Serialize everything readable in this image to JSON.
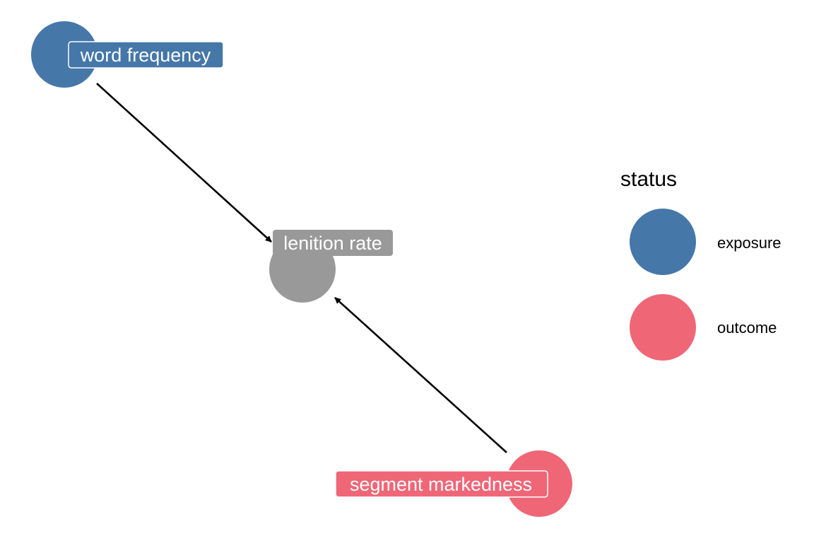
{
  "diagram": {
    "nodes": {
      "word_frequency": {
        "label": "word frequency",
        "status": "exposure",
        "color": "#4577a9"
      },
      "lenition_rate": {
        "label": "lenition rate",
        "status": "none",
        "color": "#999999"
      },
      "segment_markedness": {
        "label": "segment markedness",
        "status": "outcome",
        "color": "#ef6677"
      }
    },
    "edges": [
      {
        "from": "word frequency",
        "to": "lenition rate"
      },
      {
        "from": "segment markedness",
        "to": "lenition rate"
      }
    ]
  },
  "legend": {
    "title": "status",
    "items": [
      {
        "label": "exposure",
        "color": "#4577a9"
      },
      {
        "label": "outcome",
        "color": "#ef6677"
      }
    ]
  }
}
